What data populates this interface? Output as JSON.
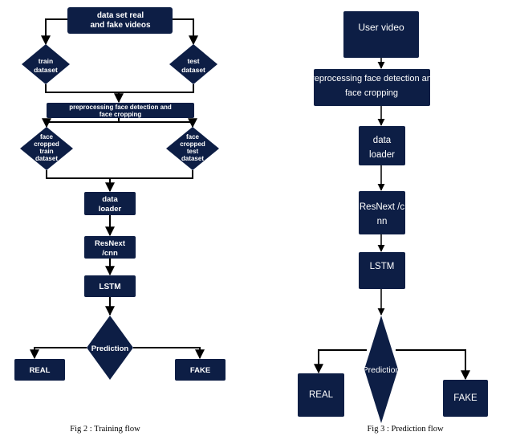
{
  "colors": {
    "node_fill": "#0d1e45",
    "node_text": "#ffffff",
    "connector": "#000000",
    "background": "#ffffff"
  },
  "training_flow": {
    "caption": "Fig 2 : Training flow",
    "dataset": [
      "data set real",
      "and fake videos"
    ],
    "train_dataset": [
      "train",
      "dataset"
    ],
    "test_dataset": [
      "test",
      "dataset"
    ],
    "preprocessing": [
      "preprocessing face detection and",
      "face cropping"
    ],
    "face_cropped_train": [
      "face",
      "cropped",
      "train",
      "dataset"
    ],
    "face_cropped_test": [
      "face",
      "cropped",
      "test",
      "dataset"
    ],
    "data_loader": [
      "data",
      "loader"
    ],
    "resnext": [
      "ResNext",
      "/cnn"
    ],
    "lstm": "LSTM",
    "prediction": "Prediction",
    "real": "REAL",
    "fake": "FAKE"
  },
  "prediction_flow": {
    "caption": "Fig 3 : Prediction flow",
    "user_video": "User video",
    "preprocessing": [
      "preprocessing face detection and",
      "face cropping"
    ],
    "data_loader": [
      "data",
      "loader"
    ],
    "resnext": [
      "ResNext /c",
      "nn"
    ],
    "lstm": "LSTM",
    "prediction": "Prediction",
    "real": "REAL",
    "fake": "FAKE"
  }
}
